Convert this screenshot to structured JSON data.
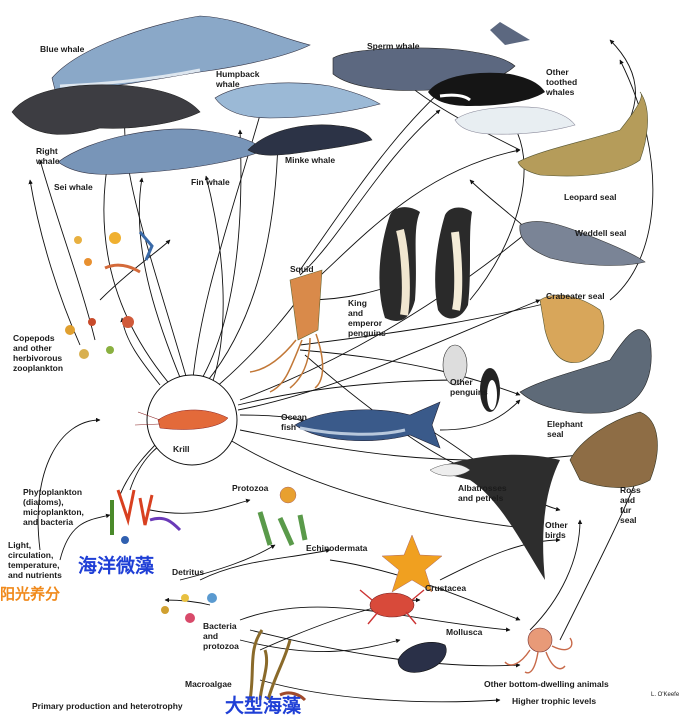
{
  "labels": {
    "blue_whale": "Blue whale",
    "sperm_whale": "Sperm whale",
    "other_toothed_whales": [
      "Other",
      "toothed",
      "whales"
    ],
    "humpback_whale": [
      "Humpback",
      "whale"
    ],
    "right_whale": [
      "Right",
      "whale"
    ],
    "minke_whale": "Minke whale",
    "sei_whale": "Sei whale",
    "fin_whale": "Fin whale",
    "leopard_seal": "Leopard seal",
    "weddell_seal": "Weddell seal",
    "squid": "Squid",
    "king_emperor_penguins": [
      "King",
      "and",
      "emperor",
      "penguins"
    ],
    "crabeater_seal": "Crabeater seal",
    "copepods": [
      "Copepods",
      "and other",
      "herbivorous",
      "zooplankton"
    ],
    "other_penguins": [
      "Other",
      "penguins"
    ],
    "krill": "Krill",
    "ocean_fish": [
      "Ocean",
      "fish"
    ],
    "elephant_seal": [
      "Elephant",
      "seal"
    ],
    "phytoplankton": [
      "Phytoplankton",
      "(diatoms),",
      "microplankton,",
      "and bacteria"
    ],
    "protozoa": "Protozoa",
    "albatrosses": [
      "Albatrosses",
      "and petrels"
    ],
    "ross_fur_seal": [
      "Ross",
      "and",
      "fur",
      "seal"
    ],
    "light_nutrients": [
      "Light,",
      "circulation,",
      "temperature,",
      "and nutrients"
    ],
    "echinodermata": "Echinodermata",
    "other_birds": [
      "Other",
      "birds"
    ],
    "detritus": "Detritus",
    "crustacea": "Crustacea",
    "bacteria_protozoa": [
      "Bacteria",
      "and",
      "protozoa"
    ],
    "mollusca": "Mollusca",
    "macroalgae": "Macroalgae",
    "other_bottom": "Other bottom-dwelling animals",
    "primary_production": "Primary production and heterotrophy",
    "higher_trophic": "Higher trophic levels",
    "signature": "L. O'Keefe"
  },
  "annotations": {
    "marine_microalgae": "海洋微藻",
    "sunlight_nutrients": "阳光养分",
    "macroalgae_cn": "大型海藻"
  },
  "colors": {
    "annotation_blue": "#1f3fd6",
    "annotation_orange": "#f08a1c"
  }
}
